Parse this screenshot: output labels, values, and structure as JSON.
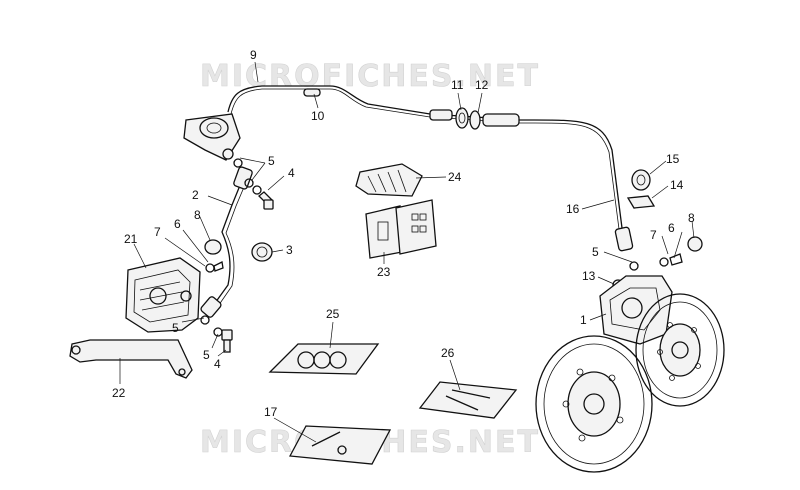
{
  "watermarks": [
    "MICROFICHES.NET",
    "MICROFICHES.NET"
  ],
  "callouts": {
    "c1": "1",
    "c2": "2",
    "c3": "3",
    "c4a": "4",
    "c4b": "4",
    "c5a": "5",
    "c5b": "5",
    "c5c": "5",
    "c5d": "5",
    "c6a": "6",
    "c6b": "6",
    "c7a": "7",
    "c7b": "7",
    "c8a": "8",
    "c8b": "8",
    "c9": "9",
    "c10": "10",
    "c11": "11",
    "c12": "12",
    "c13": "13",
    "c14": "14",
    "c15": "15",
    "c16": "16",
    "c17": "17",
    "c21": "21",
    "c22": "22",
    "c23": "23",
    "c24": "24",
    "c25": "25",
    "c26": "26"
  }
}
